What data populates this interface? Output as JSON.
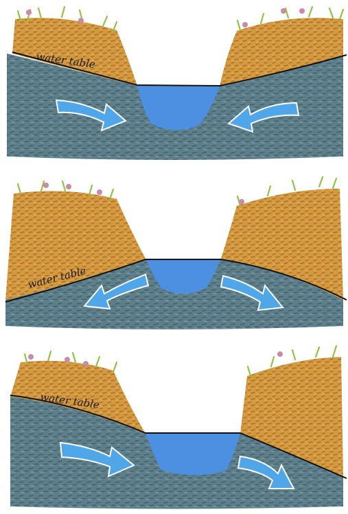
{
  "panels": [
    {
      "id": "gaining",
      "water_table_label": "water table",
      "flow": "groundwater-to-stream"
    },
    {
      "id": "losing",
      "water_table_label": "water table",
      "flow": "stream-to-groundwater"
    },
    {
      "id": "flow-through",
      "water_table_label": "water table",
      "flow": "left-to-right-through-stream"
    }
  ],
  "colors": {
    "soil": "#d59a3f",
    "soil_dark": "#a8702a",
    "saturated_zone": "#5d7f8c",
    "saturated_dark": "#3f5c68",
    "stream_water": "#4d8fe0",
    "arrow": "#4fa6e8",
    "grass": "#8cc63f",
    "flower": "#c98aa8",
    "water_table_line": "#111111"
  }
}
